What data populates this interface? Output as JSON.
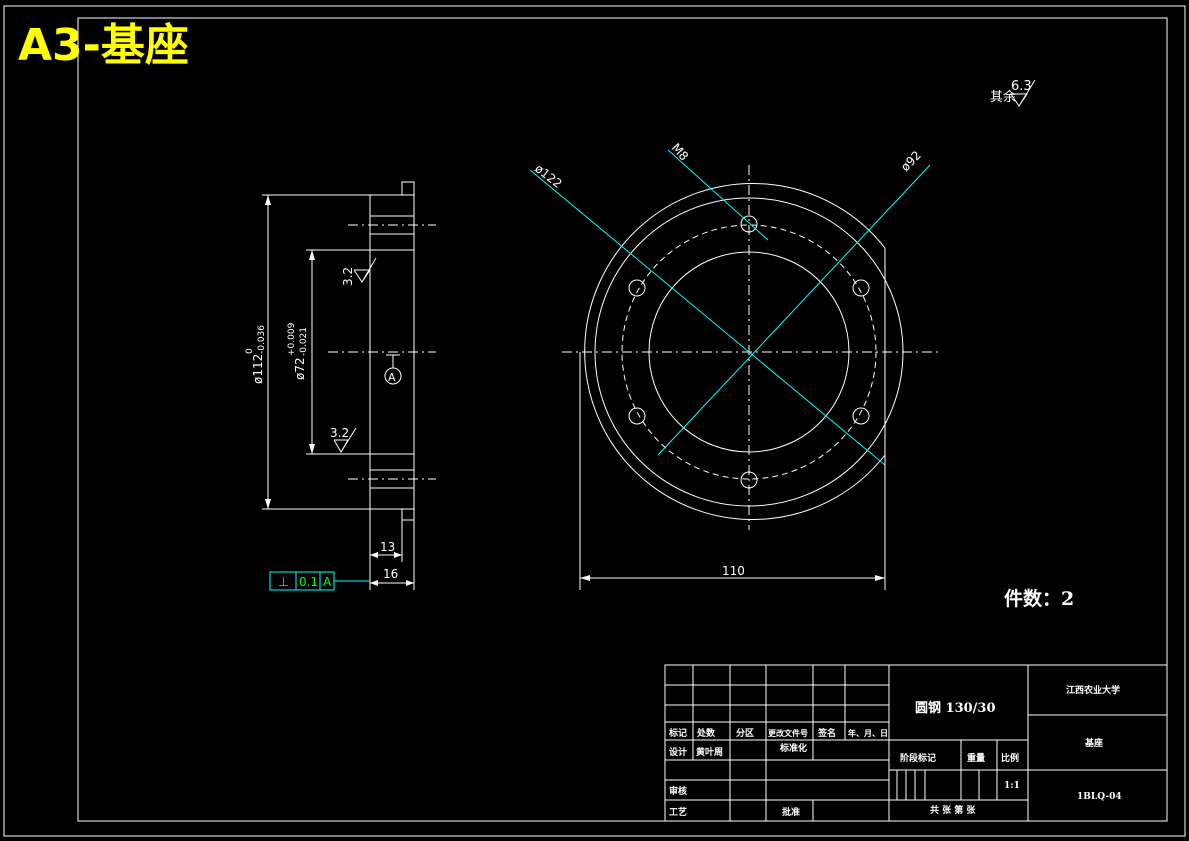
{
  "title": "A3-基座",
  "part_count": "件数：2",
  "surface_finish": {
    "label": "其余",
    "value": "6.3",
    "side_a": "3.2",
    "side_b": "3.2"
  },
  "dimensions": {
    "outer_dia": "ø112",
    "outer_tol_upper": "0",
    "outer_tol_lower": "-0.036",
    "inner_dia": "ø72",
    "inner_tol_upper": "+0.009",
    "inner_tol_lower": "-0.021",
    "width_13": "13",
    "width_16": "16",
    "dia_122": "ø122",
    "dia_92": "ø92",
    "thread": "M8",
    "width_110": "110"
  },
  "datum": "A",
  "tolerance_frame": {
    "symbol": "⊥",
    "value": "0.1",
    "datum": "A"
  },
  "title_block": {
    "material": "圆钢 130/30",
    "university": "江西农业大学",
    "part_name": "基座",
    "drawing_no": "1BLQ-04",
    "header_cells": [
      "标记",
      "处数",
      "分区",
      "更改文件号",
      "签名",
      "年、月、日"
    ],
    "design_label": "设计",
    "designer": "黄叶周",
    "standard_label": "标准化",
    "review_label": "审核",
    "process_label": "工艺",
    "approve_label": "批准",
    "stage_label": "阶段标记",
    "weight_label": "重量",
    "scale_label": "比例",
    "scale": "1:1",
    "sheets": "共 张 第 张"
  }
}
